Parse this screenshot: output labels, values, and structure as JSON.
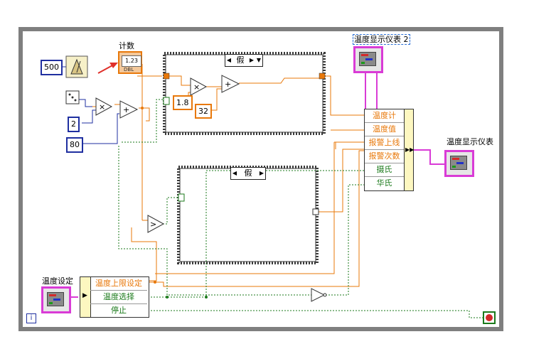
{
  "colors": {
    "frame": "#7f7f7f",
    "numeric_wire": "#e8780a",
    "bool_wire": "#1b7a1b",
    "cluster_wire": "#d93bd6",
    "const_border": "#1f2fa0"
  },
  "constants": {
    "wait_ms": "500",
    "multiplier": "2",
    "offset": "80",
    "factor": "1.8",
    "f_offset": "32"
  },
  "labels": {
    "counter": "计数",
    "indicator_top": "温度显示仪表 2",
    "indicator_right": "温度显示仪表",
    "control": "温度设定",
    "counter_type": "DBL",
    "info": "i"
  },
  "case_structures": {
    "top_selector": "假",
    "bottom_selector": "假"
  },
  "bundle_rows": [
    "温度计",
    "温度值",
    "报警上线",
    "报警次数",
    "摄氏",
    "华氏"
  ],
  "unbundle_rows": [
    "温度上限设定",
    "温度选择",
    "停止"
  ],
  "icons": [
    "metronome-icon",
    "dice-icon",
    "multiply-icon",
    "add-icon",
    "greater-than-icon",
    "not-icon",
    "stop-icon",
    "gauge-icon"
  ]
}
